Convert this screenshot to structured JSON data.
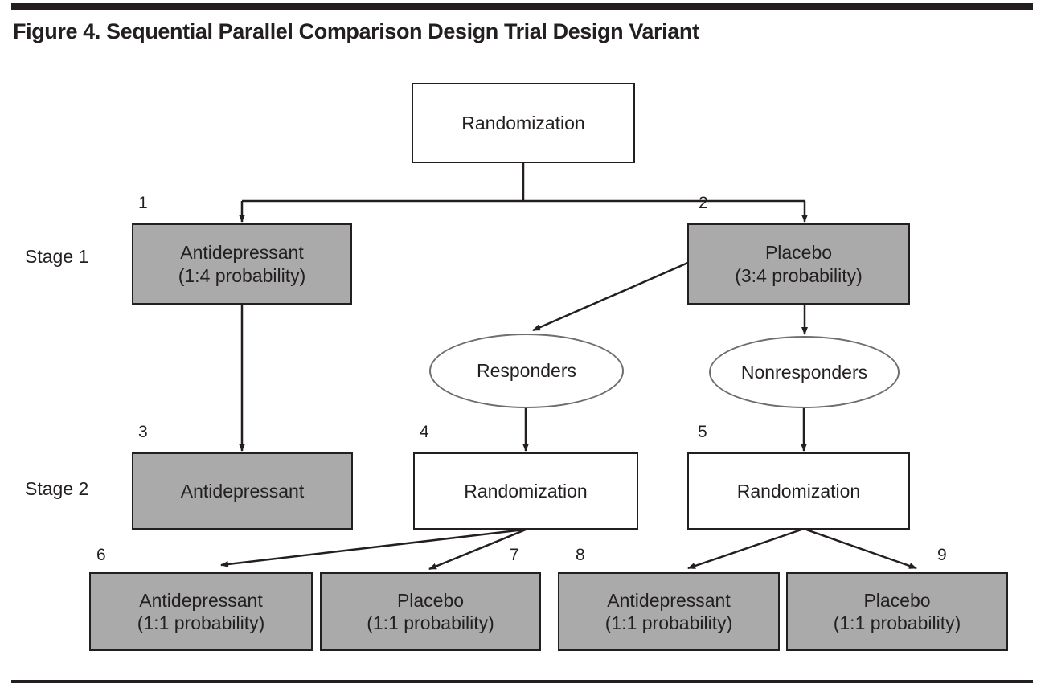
{
  "figure": {
    "title": "Figure 4. Sequential Parallel Comparison Design Trial Design Variant"
  },
  "colors": {
    "ink": "#231f20",
    "shaded_fill": "#aaaaaa",
    "plain_fill": "#ffffff",
    "ellipse_stroke": "#6e6e6e"
  },
  "stage_labels": [
    {
      "id": "stage-1",
      "text": "Stage 1"
    },
    {
      "id": "stage-2",
      "text": "Stage 2"
    }
  ],
  "nodes": {
    "root": {
      "line1": "Randomization",
      "line2": ""
    },
    "n1": {
      "number": "1",
      "line1": "Antidepressant",
      "line2": "(1:4 probability)"
    },
    "n2": {
      "number": "2",
      "line1": "Placebo",
      "line2": "(3:4 probability)"
    },
    "responders": {
      "line1": "Responders"
    },
    "nonresponders": {
      "line1": "Nonresponders"
    },
    "n3": {
      "number": "3",
      "line1": "Antidepressant",
      "line2": ""
    },
    "n4": {
      "number": "4",
      "line1": "Randomization",
      "line2": ""
    },
    "n5": {
      "number": "5",
      "line1": "Randomization",
      "line2": ""
    },
    "n6": {
      "number": "6",
      "line1": "Antidepressant",
      "line2": "(1:1 probability)"
    },
    "n7": {
      "number": "7",
      "line1": "Placebo",
      "line2": "(1:1 probability)"
    },
    "n8": {
      "number": "8",
      "line1": "Antidepressant",
      "line2": "(1:1 probability)"
    },
    "n9": {
      "number": "9",
      "line1": "Placebo",
      "line2": "(1:1 probability)"
    }
  },
  "chart_data": {
    "type": "diagram",
    "title": "Figure 4. Sequential Parallel Comparison Design Trial Design Variant",
    "diagram_kind": "clinical-trial-flow",
    "stages": [
      "Stage 1",
      "Stage 2"
    ],
    "boxes": [
      {
        "id": "root",
        "label": "Randomization",
        "shape": "rect",
        "fill": "white",
        "stage": ""
      },
      {
        "id": "1",
        "label": "Antidepressant (1:4 probability)",
        "shape": "rect",
        "fill": "gray",
        "stage": "Stage 1"
      },
      {
        "id": "2",
        "label": "Placebo (3:4 probability)",
        "shape": "rect",
        "fill": "gray",
        "stage": "Stage 1"
      },
      {
        "id": "responders",
        "label": "Responders",
        "shape": "ellipse",
        "fill": "white",
        "stage": ""
      },
      {
        "id": "nonresponders",
        "label": "Nonresponders",
        "shape": "ellipse",
        "fill": "white",
        "stage": ""
      },
      {
        "id": "3",
        "label": "Antidepressant",
        "shape": "rect",
        "fill": "gray",
        "stage": "Stage 2"
      },
      {
        "id": "4",
        "label": "Randomization",
        "shape": "rect",
        "fill": "white",
        "stage": "Stage 2"
      },
      {
        "id": "5",
        "label": "Randomization",
        "shape": "rect",
        "fill": "white",
        "stage": "Stage 2"
      },
      {
        "id": "6",
        "label": "Antidepressant (1:1 probability)",
        "shape": "rect",
        "fill": "gray",
        "stage": ""
      },
      {
        "id": "7",
        "label": "Placebo (1:1 probability)",
        "shape": "rect",
        "fill": "gray",
        "stage": ""
      },
      {
        "id": "8",
        "label": "Antidepressant (1:1 probability)",
        "shape": "rect",
        "fill": "gray",
        "stage": ""
      },
      {
        "id": "9",
        "label": "Placebo (1:1 probability)",
        "shape": "rect",
        "fill": "gray",
        "stage": ""
      }
    ],
    "edges": [
      {
        "from": "root",
        "to": "1"
      },
      {
        "from": "root",
        "to": "2"
      },
      {
        "from": "1",
        "to": "3"
      },
      {
        "from": "2",
        "to": "responders"
      },
      {
        "from": "2",
        "to": "nonresponders"
      },
      {
        "from": "responders",
        "to": "4"
      },
      {
        "from": "nonresponders",
        "to": "5"
      },
      {
        "from": "4",
        "to": "6"
      },
      {
        "from": "4",
        "to": "7"
      },
      {
        "from": "5",
        "to": "8"
      },
      {
        "from": "5",
        "to": "9"
      }
    ]
  }
}
